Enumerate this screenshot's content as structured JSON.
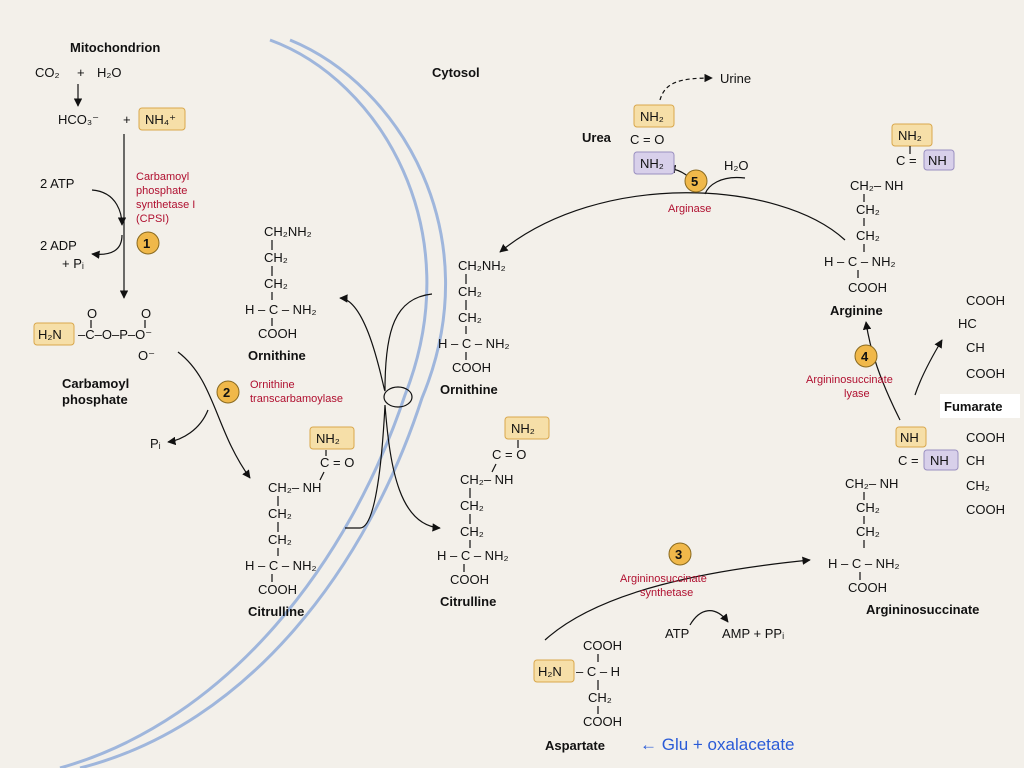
{
  "compartments": {
    "mitochondrion": "Mitochondrion",
    "cytosol": "Cytosol"
  },
  "inputs": {
    "co2": "CO₂",
    "plus": "+",
    "h2o": "H₂O",
    "hco3": "HCO₃⁻",
    "nh4": "NH₄⁺",
    "atp2": "2 ATP",
    "adp2": "2 ADP",
    "pi_plus": "+ Pᵢ"
  },
  "enzymes": [
    {
      "num": "1",
      "name": "Carbamoyl phosphate synthetase I (CPSI)"
    },
    {
      "num": "2",
      "name": "Ornithine transcarbamoylase"
    },
    {
      "num": "3",
      "name": "Argininosuccinate synthetase"
    },
    {
      "num": "4",
      "name": "Argininosuccinate lyase"
    },
    {
      "num": "5",
      "name": "Arginase"
    }
  ],
  "enzyme_lines": {
    "cpsi": [
      "Carbamoyl",
      "phosphate",
      "synthetase I",
      "(CPSI)"
    ],
    "otc": [
      "Ornithine",
      "transcarbamoylase"
    ],
    "ass": [
      "Argininosuccinate",
      "synthetase"
    ],
    "asl": [
      "Argininosuccinate",
      "lyase"
    ],
    "arg": [
      "Arginase"
    ]
  },
  "compounds": {
    "carbamoyl_phosphate": [
      "Carbamoyl",
      "phosphate"
    ],
    "ornithine": "Ornithine",
    "citrulline": "Citrulline",
    "aspartate": "Aspartate",
    "argininosuccinate": "Argininosuccinate",
    "arginine": "Arginine",
    "fumarate": "Fumarate",
    "urea": "Urea",
    "urine": "Urine"
  },
  "cofactors": {
    "pi": "Pᵢ",
    "atp": "ATP",
    "amp_ppi": "AMP + PPᵢ",
    "h2o": "H₂O"
  },
  "annotation": "← Glu + oxalacetate",
  "groups": {
    "ch2nh2": "CH₂NH₂",
    "ch2": "CH₂",
    "h": "H",
    "c": "C",
    "nh2": "NH₂",
    "cooh": "COOH",
    "nh": "NH",
    "ch2nh": "CH₂– NH",
    "eq_o": "= O",
    "c_eq_o": "C = O",
    "hc_eq": "HC",
    "ch_eq": "CH",
    "h2n": "H₂N",
    "p": "P",
    "o_minus": "O⁻",
    "o": "O"
  },
  "colors": {
    "highlight_orange": "#f6dfa8",
    "highlight_purple": "#d8d0ea",
    "badge": "#f0b84a",
    "enzyme_text": "#b01030",
    "membrane": "#9fb6dc",
    "annotation": "#2a5bd7"
  }
}
